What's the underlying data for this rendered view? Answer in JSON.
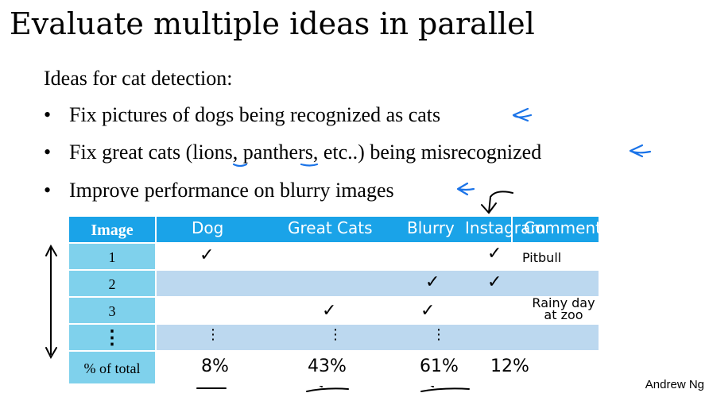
{
  "slide": {
    "title": "Evaluate multiple ideas in parallel",
    "subtitle": "Ideas for cat detection:",
    "bullets": [
      {
        "text": "Fix pictures of dogs being recognized as cats"
      },
      {
        "text": "Fix great cats (lions, panthers, etc..) being misrecognized"
      },
      {
        "text": "Improve performance on blurry images"
      }
    ],
    "table": {
      "headers": [
        "Image",
        "Dog",
        "Great Cats",
        "Blurry",
        "Instagram",
        "Comments"
      ],
      "rows": [
        {
          "image": "1",
          "dog": "✓",
          "great_cats": "",
          "blurry": "",
          "instagram": "✓",
          "comment": "Pitbull"
        },
        {
          "image": "2",
          "dog": "",
          "great_cats": "",
          "blurry": "✓",
          "instagram": "✓",
          "comment": ""
        },
        {
          "image": "3",
          "dog": "",
          "great_cats": "✓",
          "blurry": "✓",
          "instagram": "",
          "comment": "Rainy day at zoo"
        },
        {
          "image": "⋮",
          "dog": "⋮",
          "great_cats": "⋮",
          "blurry": "⋮",
          "instagram": "",
          "comment": ""
        }
      ],
      "total_label": "% of total",
      "totals": [
        "8%",
        "43%",
        "61%",
        "12%"
      ]
    },
    "author": "Andrew Ng"
  }
}
